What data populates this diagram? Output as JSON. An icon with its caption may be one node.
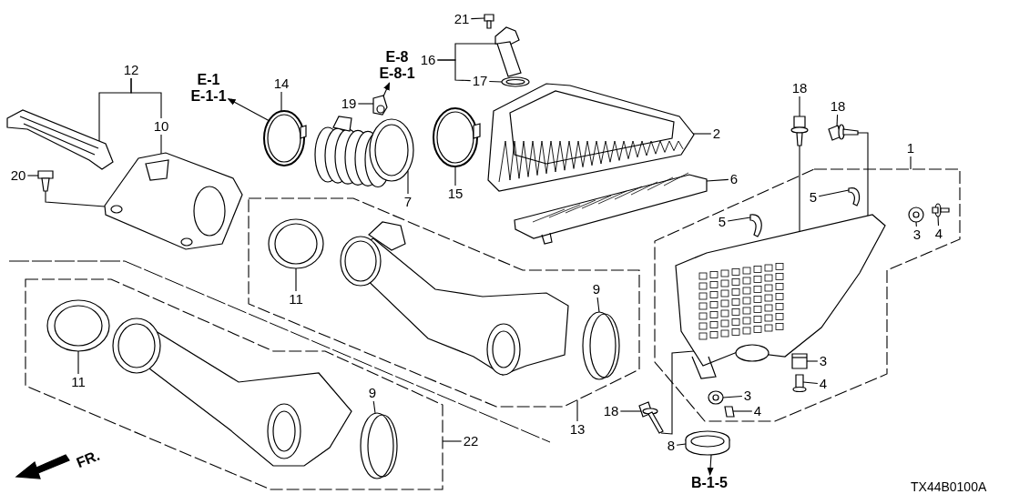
{
  "diagram": {
    "nodes": [
      {
        "text": [],
        "shape": "polygon"
      },
      {
        "text": [],
        "shape": "polygon"
      },
      {
        "text": [],
        "shape": "polygon"
      },
      {
        "text": [
          "21"
        ]
      },
      {
        "text": [
          "16"
        ]
      },
      {
        "text": [
          "17"
        ]
      },
      {
        "text": [
          "E-8",
          "E-8-1"
        ]
      },
      {
        "text": [
          "12"
        ]
      },
      {
        "text": [
          "E-1",
          "E-1-1"
        ]
      },
      {
        "text": [
          "14"
        ]
      },
      {
        "text": [
          "19"
        ]
      },
      {
        "text": [
          "10"
        ]
      },
      {
        "text": [
          "2"
        ]
      },
      {
        "text": [
          "18"
        ]
      },
      {
        "text": [
          "18"
        ]
      },
      {
        "text": [
          "1"
        ]
      },
      {
        "text": [
          "20"
        ]
      },
      {
        "text": [
          "6"
        ]
      },
      {
        "text": [
          "7"
        ]
      },
      {
        "text": [
          "15"
        ]
      },
      {
        "text": [
          "5"
        ],
        "in": 0
      },
      {
        "text": [
          "5"
        ],
        "in": 0
      },
      {
        "text": [
          "3"
        ],
        "in": 0
      },
      {
        "text": [
          "4"
        ],
        "in": 0
      },
      {
        "text": [
          "11"
        ],
        "in": 1
      },
      {
        "text": [
          "9"
        ],
        "in": 1
      },
      {
        "text": [
          "11"
        ],
        "in": 2
      },
      {
        "text": [
          "3"
        ],
        "in": 0
      },
      {
        "text": [
          "9"
        ],
        "in": 2
      },
      {
        "text": [
          "4"
        ],
        "in": 0
      },
      {
        "text": [
          "3"
        ],
        "in": 0
      },
      {
        "text": [
          "13"
        ]
      },
      {
        "text": [
          "18"
        ]
      },
      {
        "text": [
          "4"
        ],
        "in": 0
      },
      {
        "text": [
          "22"
        ]
      },
      {
        "text": [
          "8"
        ]
      },
      {
        "text": [
          "B-1-5"
        ]
      },
      {
        "text": [],
        "shape": "picture"
      },
      {
        "text": [],
        "shape": "picture"
      },
      {
        "text": [],
        "shape": "picture"
      },
      {
        "text": [],
        "shape": "picture"
      },
      {
        "text": [],
        "shape": "picture"
      },
      {
        "text": [],
        "shape": "picture"
      },
      {
        "text": [],
        "shape": "picture"
      },
      {
        "text": [],
        "shape": "picture"
      },
      {
        "text": [],
        "shape": "picture"
      },
      {
        "text": [],
        "shape": "picture"
      },
      {
        "text": [],
        "shape": "picture"
      },
      {
        "text": [],
        "shape": "picture"
      },
      {
        "text": [],
        "shape": "picture"
      },
      {
        "text": [],
        "shape": "picture"
      },
      {
        "text": [],
        "shape": "picture",
        "in": 0
      },
      {
        "text": [],
        "shape": "picture",
        "in": 0
      },
      {
        "text": [],
        "shape": "picture",
        "in": 0
      },
      {
        "text": [],
        "shape": "picture",
        "in": 0
      },
      {
        "text": [],
        "shape": "picture",
        "in": 1
      },
      {
        "text": [],
        "shape": "picture",
        "in": 1
      },
      {
        "text": [],
        "shape": "picture",
        "in": 0
      },
      {
        "text": [],
        "shape": "picture",
        "in": 2
      },
      {
        "text": [],
        "shape": "picture",
        "in": 1
      },
      {
        "text": [],
        "shape": "picture",
        "in": 2
      },
      {
        "text": [],
        "shape": "picture",
        "in": 0
      },
      {
        "text": [],
        "shape": "picture",
        "in": 0
      },
      {
        "text": [],
        "shape": "picture",
        "in": 0
      },
      {
        "text": [],
        "shape": "picture"
      },
      {
        "text": [],
        "shape": "picture",
        "in": 0
      },
      {
        "text": [],
        "shape": "picture",
        "in": 2
      },
      {
        "text": [],
        "shape": "picture"
      }
    ],
    "edges": [
      {
        "from": 3,
        "to": 37,
        "arrow": "none"
      },
      {
        "from": 4,
        "to": 38,
        "arrow": "none"
      },
      {
        "from": 4,
        "to": 5,
        "arrow": "none"
      },
      {
        "from": 5,
        "to": 39,
        "arrow": "none"
      },
      {
        "from": 40,
        "to": 6,
        "arrow": "to"
      },
      {
        "from": 7,
        "to": 41,
        "arrow": "none"
      },
      {
        "from": 7,
        "to": 11,
        "arrow": "none"
      },
      {
        "from": 42,
        "to": 8,
        "arrow": "to"
      },
      {
        "from": 9,
        "to": 42,
        "arrow": "none"
      },
      {
        "from": 10,
        "to": 40,
        "arrow": "none"
      },
      {
        "from": 11,
        "to": 43,
        "arrow": "none"
      },
      {
        "from": 12,
        "to": 46,
        "arrow": "none"
      },
      {
        "from": 13,
        "to": 47,
        "arrow": "none"
      },
      {
        "from": 14,
        "to": 48,
        "arrow": "none"
      },
      {
        "from": 15,
        "to": 0,
        "arrow": "none"
      },
      {
        "from": 16,
        "to": 49,
        "arrow": "none"
      },
      {
        "from": 17,
        "to": 50,
        "arrow": "none"
      },
      {
        "from": 18,
        "to": 44,
        "arrow": "none"
      },
      {
        "from": 19,
        "to": 45,
        "arrow": "none"
      },
      {
        "from": 20,
        "to": 51,
        "arrow": "none"
      },
      {
        "from": 21,
        "to": 54,
        "arrow": "none"
      },
      {
        "from": 22,
        "to": 52,
        "arrow": "none"
      },
      {
        "from": 23,
        "to": 53,
        "arrow": "none"
      },
      {
        "from": 24,
        "to": 55,
        "arrow": "none"
      },
      {
        "from": 25,
        "to": 59,
        "arrow": "none"
      },
      {
        "from": 26,
        "to": 58,
        "arrow": "none"
      },
      {
        "from": 27,
        "to": 61,
        "arrow": "none"
      },
      {
        "from": 28,
        "to": 66,
        "arrow": "none"
      },
      {
        "from": 29,
        "to": 62,
        "arrow": "none"
      },
      {
        "from": 30,
        "to": 63,
        "arrow": "none"
      },
      {
        "from": 31,
        "to": 1,
        "arrow": "none"
      },
      {
        "from": 32,
        "to": 64,
        "arrow": "none"
      },
      {
        "from": 33,
        "to": 65,
        "arrow": "none"
      },
      {
        "from": 34,
        "to": 2,
        "arrow": "none"
      },
      {
        "from": 35,
        "to": 67,
        "arrow": "none"
      },
      {
        "from": 67,
        "to": 36,
        "arrow": "to"
      },
      {
        "from": 49,
        "to": 43,
        "arrow": "none"
      },
      {
        "from": 47,
        "to": 57,
        "arrow": "none"
      },
      {
        "from": 48,
        "to": 57,
        "arrow": "none"
      },
      {
        "from": 64,
        "to": 57,
        "arrow": "none"
      }
    ],
    "labels": [
      "FR.",
      "TX44B0100A"
    ]
  }
}
